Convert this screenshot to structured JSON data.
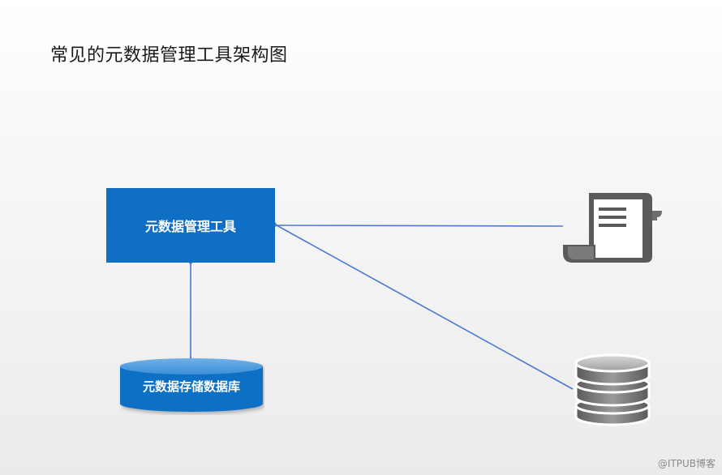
{
  "title": "常见的元数据管理工具架构图",
  "nodes": {
    "tool": {
      "label": "元数据管理工具"
    },
    "store": {
      "label": "元数据存储数据库"
    }
  },
  "icons": {
    "document": "document-scroll-icon",
    "database": "database-stack-icon"
  },
  "colors": {
    "primary": "#0e6fc4",
    "arrow": "#4a78d6",
    "icon_gray": "#5a5a5a"
  },
  "watermark": "@ITPUB博客"
}
